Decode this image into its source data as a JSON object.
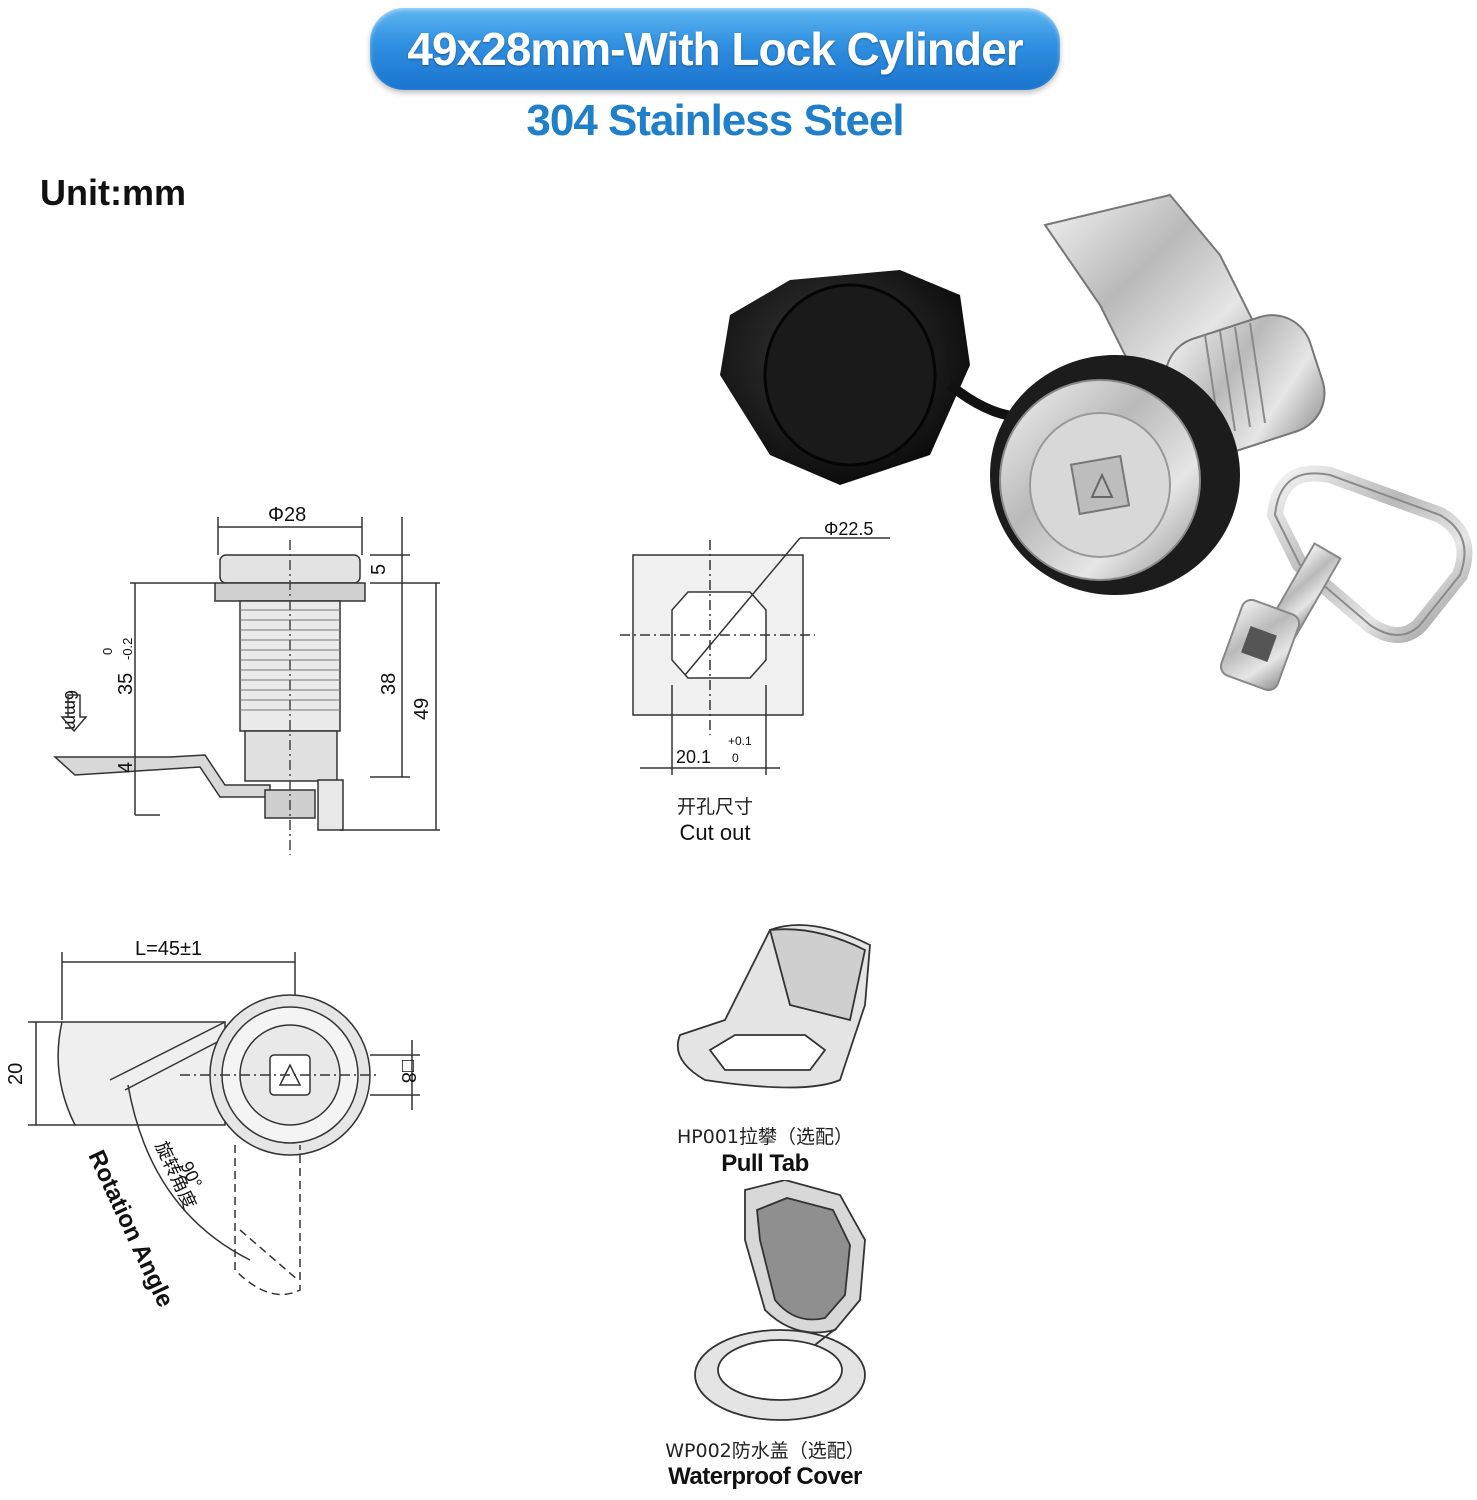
{
  "header": {
    "title": "49x28mm-With Lock Cylinder",
    "subtitle": "304 Stainless Steel"
  },
  "unit_label": "Unit:mm",
  "side_view": {
    "diameter": "Φ28",
    "dim_5": "5",
    "dim_38": "38",
    "dim_49": "49",
    "dim_35_main": "35",
    "dim_35_tol": "-0.2",
    "dim_35_tol_upper": "0",
    "dim_4": "4",
    "travel": "6mm"
  },
  "cutout": {
    "diameter": "Φ22.5",
    "width": "20.1",
    "tol_upper": "+0.1",
    "tol_lower": "0",
    "caption_cn": "开孔尺寸",
    "caption_en": "Cut out"
  },
  "front_view": {
    "length": "L=45±1",
    "height": "20",
    "square": "□8",
    "angle": "90°",
    "angle_cn": "旋转角度",
    "angle_en": "Rotation Angle"
  },
  "pull_tab": {
    "caption_cn": "HP001拉攀（选配）",
    "caption_en": "Pull Tab"
  },
  "waterproof_cover": {
    "caption_cn": "WP002防水盖（选配）",
    "caption_en": "Waterproof Cover"
  },
  "colors": {
    "banner": "#2f8fe0",
    "subtitle": "#1f7fc9",
    "line": "#333333"
  }
}
